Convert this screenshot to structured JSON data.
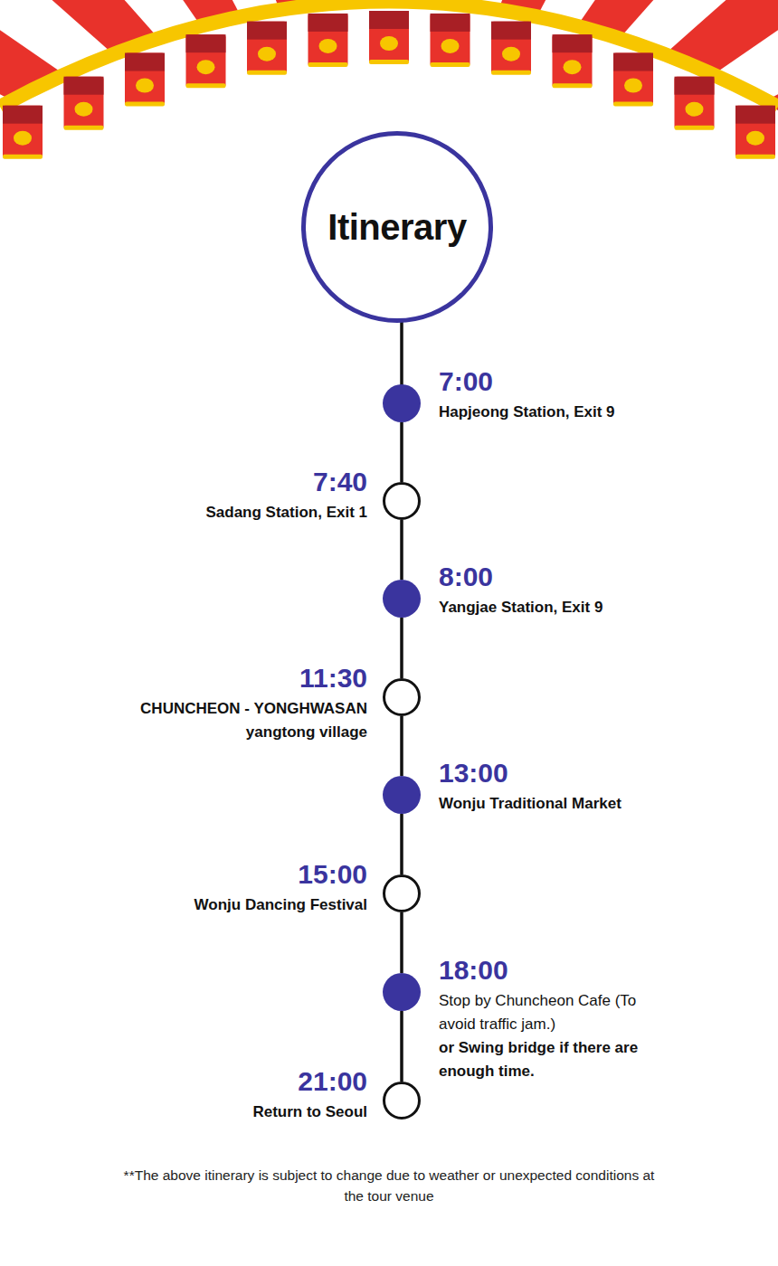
{
  "diagram": {
    "title": "Itinerary",
    "caption": "**The above itinerary is subject to change due to weather or unexpected conditions at the tour venue",
    "nodes": [
      {
        "text": [
          "7:00",
          "Hapjeong Station, Exit 9"
        ]
      },
      {
        "text": [
          "7:40",
          "Sadang Station, Exit 1"
        ]
      },
      {
        "text": [
          "8:00",
          "Yangjae Station, Exit 9"
        ]
      },
      {
        "text": [
          "11:30",
          "CHUNCHEON - YONGHWASAN yangtong village"
        ]
      },
      {
        "text": [
          "13:00",
          "Wonju Traditional Market"
        ]
      },
      {
        "text": [
          "15:00",
          "Wonju Dancing Festival"
        ]
      },
      {
        "text": [
          "18:00",
          "Stop by Chuncheon Cafe (To avoid traffic jam.)",
          "or Swing bridge if there are enough time."
        ]
      },
      {
        "text": [
          "21:00",
          "Return to Seoul"
        ]
      }
    ],
    "edges": [
      {
        "from": 0,
        "to": 1,
        "arrow": "none"
      },
      {
        "from": 1,
        "to": 2,
        "arrow": "none"
      },
      {
        "from": 2,
        "to": 3,
        "arrow": "none"
      },
      {
        "from": 3,
        "to": 4,
        "arrow": "none"
      },
      {
        "from": 4,
        "to": 5,
        "arrow": "none"
      },
      {
        "from": 5,
        "to": 6,
        "arrow": "none"
      },
      {
        "from": 6,
        "to": 7,
        "arrow": "none"
      }
    ]
  }
}
